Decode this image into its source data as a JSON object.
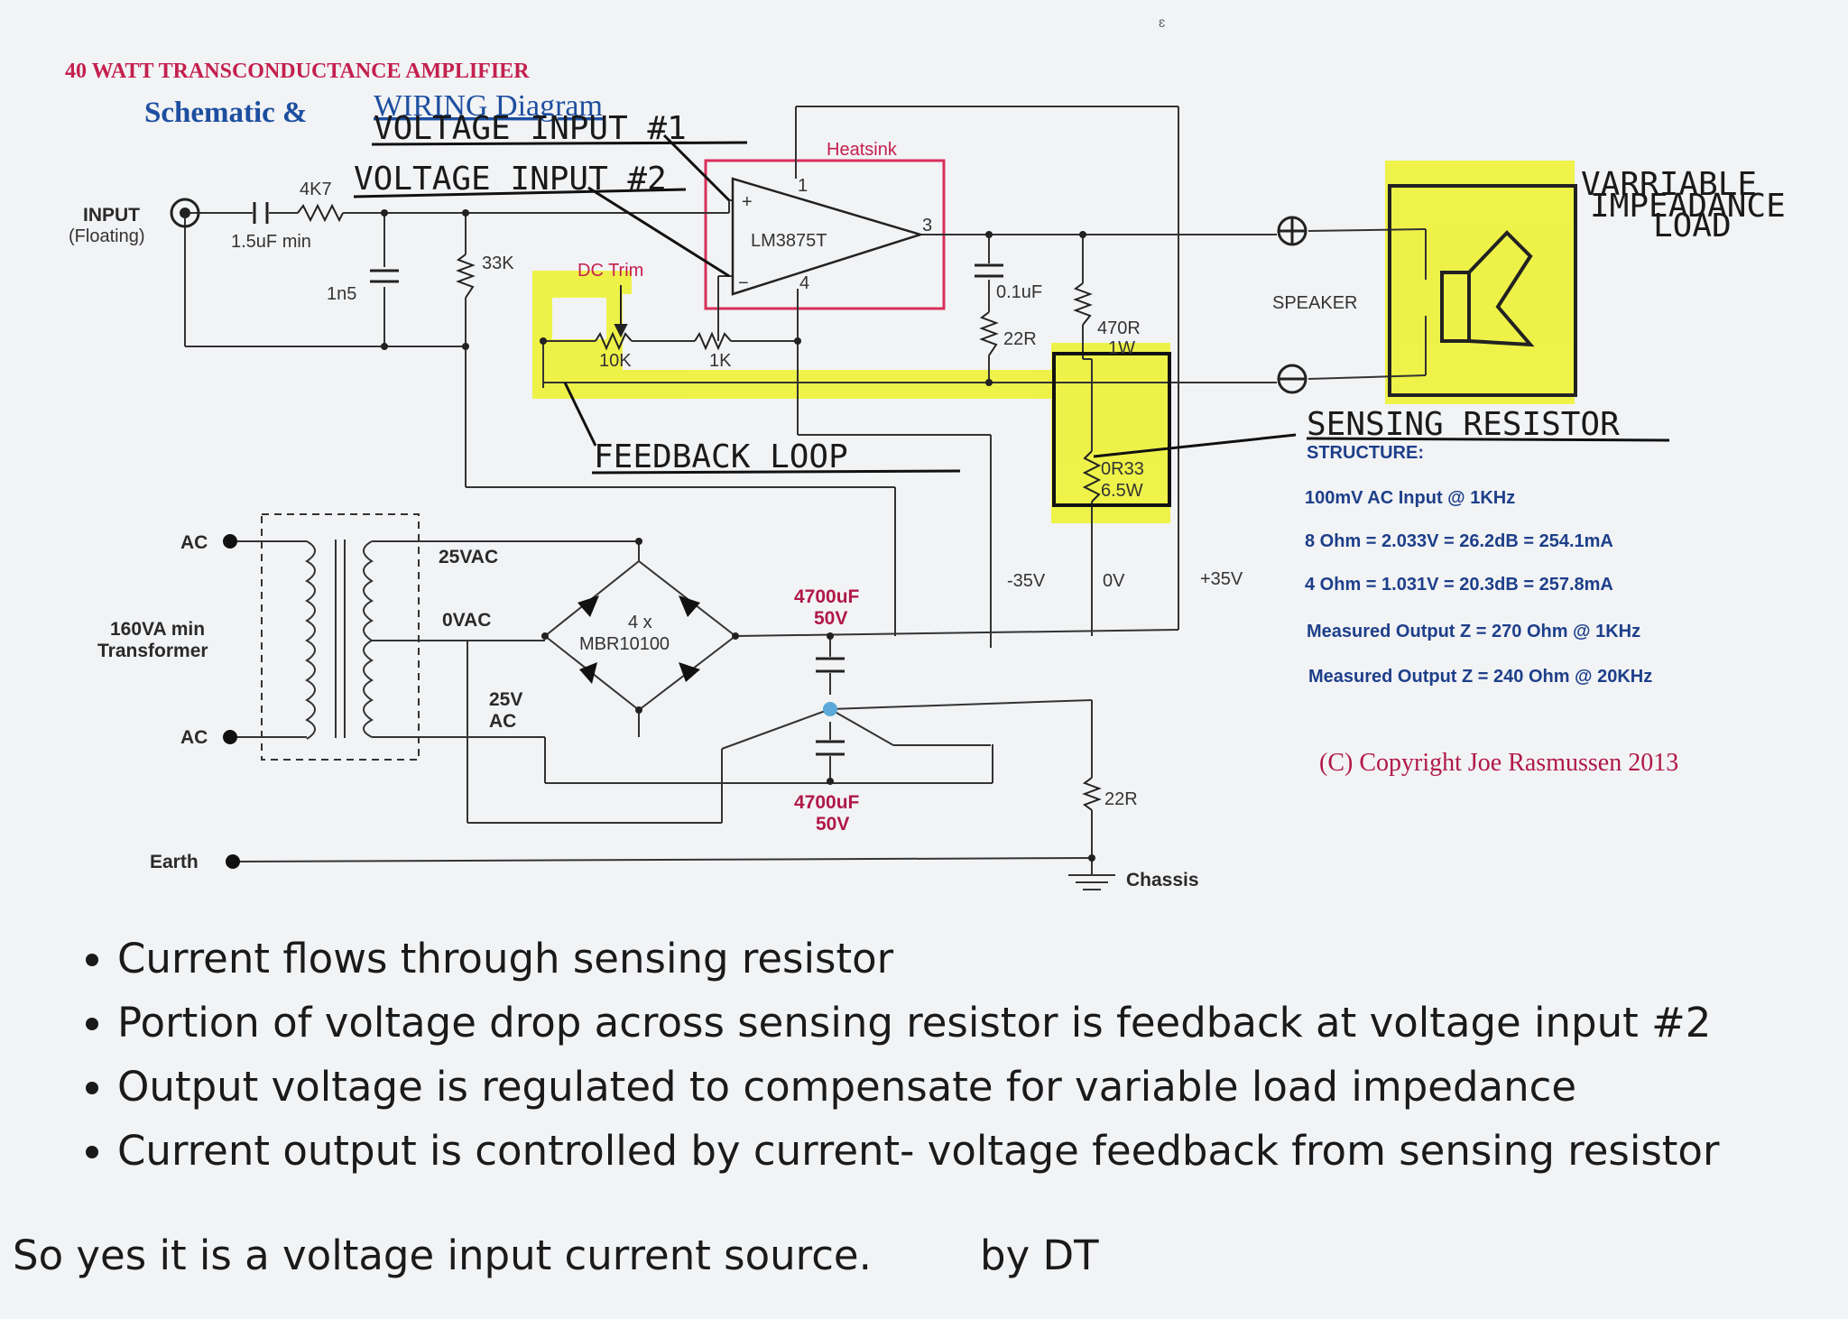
{
  "header": {
    "title": "40 WATT TRANSCONDUCTANCE AMPLIFIER",
    "subtitle_prefix": "Schematic &",
    "subtitle_suffix": "WIRING Diagram"
  },
  "handwritten": {
    "voltage_input_1": "VOLTAGE INPUT #1",
    "voltage_input_2": "VOLTAGE INPUT #2",
    "feedback_loop": "FEEDBACK LOOP",
    "sensing_resistor": "SENSING RESISTOR",
    "load_line1": "VARRIABLE",
    "load_line2": "IMPEADANCE",
    "load_line3": "LOAD"
  },
  "schematic": {
    "input_label": "INPUT",
    "input_sub": "(Floating)",
    "r_4k7": "4K7",
    "c_input": "1.5uF min",
    "c_1n5": "1n5",
    "r_33k": "33K",
    "dc_trim": "DC Trim",
    "r_10k": "10K",
    "r_1k": "1K",
    "heatsink": "Heatsink",
    "ic": "LM3875T",
    "c_01uf": "0.1uF",
    "r_22r": "22R",
    "r_470r": "470R",
    "r_470r_w": "1W",
    "r_sense": "0R33",
    "r_sense_w": "6.5W",
    "speaker": "SPEAKER",
    "ac_top": "AC",
    "ac_bottom": "AC",
    "transformer_l1": "160VA min",
    "transformer_l2": "Transformer",
    "v_25vac": "25VAC",
    "v_0vac": "0VAC",
    "v_25v": "25V",
    "v_ac": "AC",
    "bridge_l1": "4 x",
    "bridge_l2": "MBR10100",
    "cap_top_l1": "4700uF",
    "cap_top_l2": "50V",
    "cap_bot_l1": "4700uF",
    "cap_bot_l2": "50V",
    "rail_neg": "-35V",
    "rail_zero": "0V",
    "rail_pos": "+35V",
    "earth": "Earth",
    "r_22r_chassis": "22R",
    "chassis": "Chassis",
    "pin_plus": "+",
    "pin_minus": "−",
    "pin_1": "1",
    "pin_3": "3",
    "pin_4": "4"
  },
  "structure": {
    "heading": "STRUCTURE:",
    "line1": "100mV AC Input @ 1KHz",
    "line2": "8 Ohm = 2.033V = 26.2dB = 254.1mA",
    "line3": "4 Ohm = 1.031V = 20.3dB = 257.8mA",
    "line4": "Measured Output Z = 270 Ohm @ 1KHz",
    "line5": "Measured Output Z = 240 Ohm @ 20KHz"
  },
  "copyright": "(C) Copyright Joe Rasmussen 2013",
  "bullets": [
    "Current flows through sensing resistor",
    "Portion of voltage drop across sensing resistor is feedback at voltage input #2",
    "Output voltage is regulated to compensate for variable load impedance",
    "Current output is controlled by current- voltage feedback from sensing resistor"
  ],
  "footer": {
    "statement": "So yes it is a voltage input current source.",
    "byline": "by DT"
  },
  "colors": {
    "highlight": "#eef23a",
    "title_red": "#c4204e",
    "subtitle_blue": "#1d4fa0",
    "heatsink_box": "#d8305a"
  }
}
